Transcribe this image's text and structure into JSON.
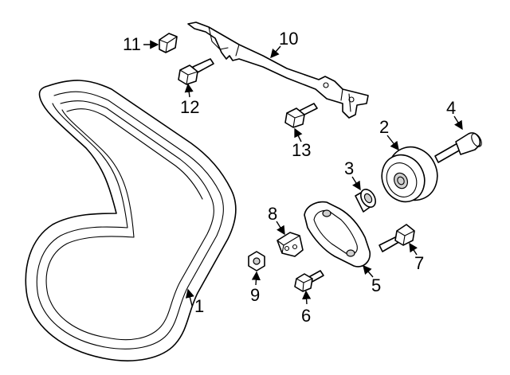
{
  "diagram": {
    "colors": {
      "ink": "#000000",
      "background": "#ffffff",
      "shade": "#cfcfcf"
    },
    "callouts": [
      {
        "id": "1",
        "text": "1"
      },
      {
        "id": "2",
        "text": "2"
      },
      {
        "id": "3",
        "text": "3"
      },
      {
        "id": "4",
        "text": "4"
      },
      {
        "id": "5",
        "text": "5"
      },
      {
        "id": "6",
        "text": "6"
      },
      {
        "id": "7",
        "text": "7"
      },
      {
        "id": "8",
        "text": "8"
      },
      {
        "id": "9",
        "text": "9"
      },
      {
        "id": "10",
        "text": "10"
      },
      {
        "id": "11",
        "text": "11"
      },
      {
        "id": "12",
        "text": "12"
      },
      {
        "id": "13",
        "text": "13"
      }
    ]
  }
}
